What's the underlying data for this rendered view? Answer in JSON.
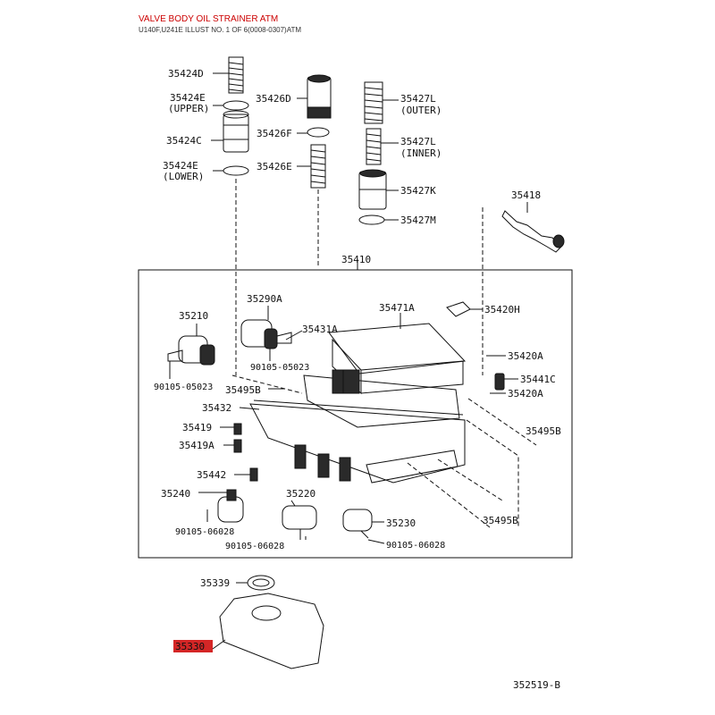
{
  "header": {
    "title": "VALVE BODY OIL STRAINER ATM",
    "subtitle": "U140F,U241E ILLUST NO. 1 OF 6(0008-0307)ATM"
  },
  "callouts": {
    "p35424D": "35424D",
    "p35424E_upper": "35424E",
    "p35424E_upper_note": "(UPPER)",
    "p35424C": "35424C",
    "p35424E_lower": "35424E",
    "p35424E_lower_note": "(LOWER)",
    "p35426D": "35426D",
    "p35426F": "35426F",
    "p35426E": "35426E",
    "p35427L_outer": "35427L",
    "p35427L_outer_note": "(OUTER)",
    "p35427L_inner": "35427L",
    "p35427L_inner_note": "(INNER)",
    "p35427K": "35427K",
    "p35427M": "35427M",
    "p35418": "35418",
    "p35410": "35410",
    "p35290A": "35290A",
    "p35210": "35210",
    "p35471A": "35471A",
    "p35420H": "35420H",
    "p35431A": "35431A",
    "p35420A_1": "35420A",
    "p35441C": "35441C",
    "p35420A_2": "35420A",
    "p90105_05023_a": "90105-05023",
    "p90105_05023_b": "90105-05023",
    "p35495B_1": "35495B",
    "p35432": "35432",
    "p35419": "35419",
    "p35419A": "35419A",
    "p35495B_2": "35495B",
    "p35442": "35442",
    "p35240": "35240",
    "p35220": "35220",
    "p35230": "35230",
    "p35495B_3": "35495B",
    "p90105_06028_a": "90105-06028",
    "p90105_06028_b": "90105-06028",
    "p90105_06028_c": "90105-06028",
    "p35339": "35339",
    "p35330": "35330",
    "illust_no": "352519-B"
  },
  "colors": {
    "title": "#cc0000",
    "highlight": "#cc0000",
    "line": "#111111"
  }
}
